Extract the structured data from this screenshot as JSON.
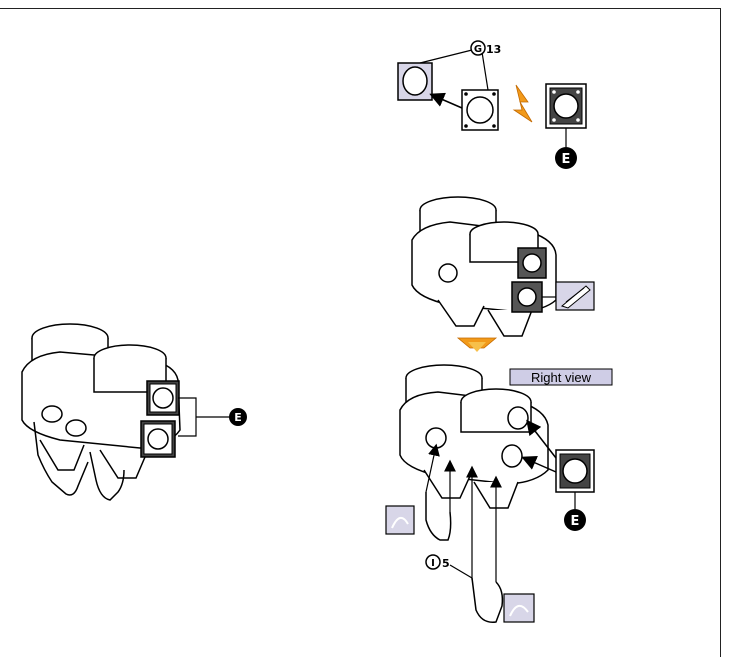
{
  "labels": {
    "part_e": "E",
    "part_g": "G",
    "part_g_qty": "13",
    "part_i": "I",
    "part_i_qty": "5",
    "right_view": "Right view"
  },
  "colors": {
    "outline": "#000000",
    "gasket_fill": "#d8d6e8",
    "view_label_bg": "#cfcde6",
    "arrow_orange": "#f29a1a",
    "arrow_orange_light": "#f7c04a",
    "dark_metal": "#5a5a5a"
  },
  "icons": [
    "gasket-icon",
    "flange-icon",
    "knife-icon",
    "hook-icon",
    "chain-icon",
    "arrow-icon"
  ]
}
